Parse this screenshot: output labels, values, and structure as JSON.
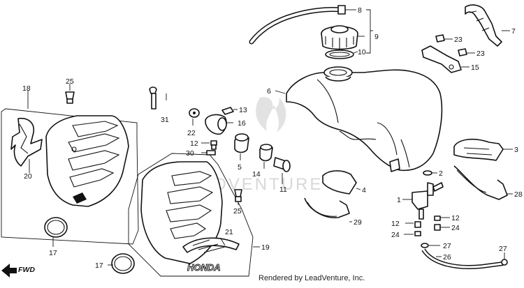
{
  "callouts": {
    "c1": "1",
    "c2": "2",
    "c3": "3",
    "c4": "4",
    "c5": "5",
    "c6": "6",
    "c7": "7",
    "c8": "8",
    "c9": "9",
    "c10": "10",
    "c11": "11",
    "c12a": "12",
    "c12b": "12",
    "c12c": "12",
    "c13": "13",
    "c14": "14",
    "c15": "15",
    "c16": "16",
    "c17a": "17",
    "c17b": "17",
    "c18": "18",
    "c19": "19",
    "c20": "20",
    "c21": "21",
    "c22": "22",
    "c23a": "23",
    "c23b": "23",
    "c24a": "24",
    "c24b": "24",
    "c25a": "25",
    "c25b": "25",
    "c26": "26",
    "c27a": "27",
    "c27b": "27",
    "c28": "28",
    "c29": "29",
    "c30": "30",
    "c31": "31"
  },
  "fwd_label": "FWD",
  "decal_text": "HONDA",
  "watermark": "LEADVENTURE",
  "footer": "Rendered by LeadVenture, Inc."
}
